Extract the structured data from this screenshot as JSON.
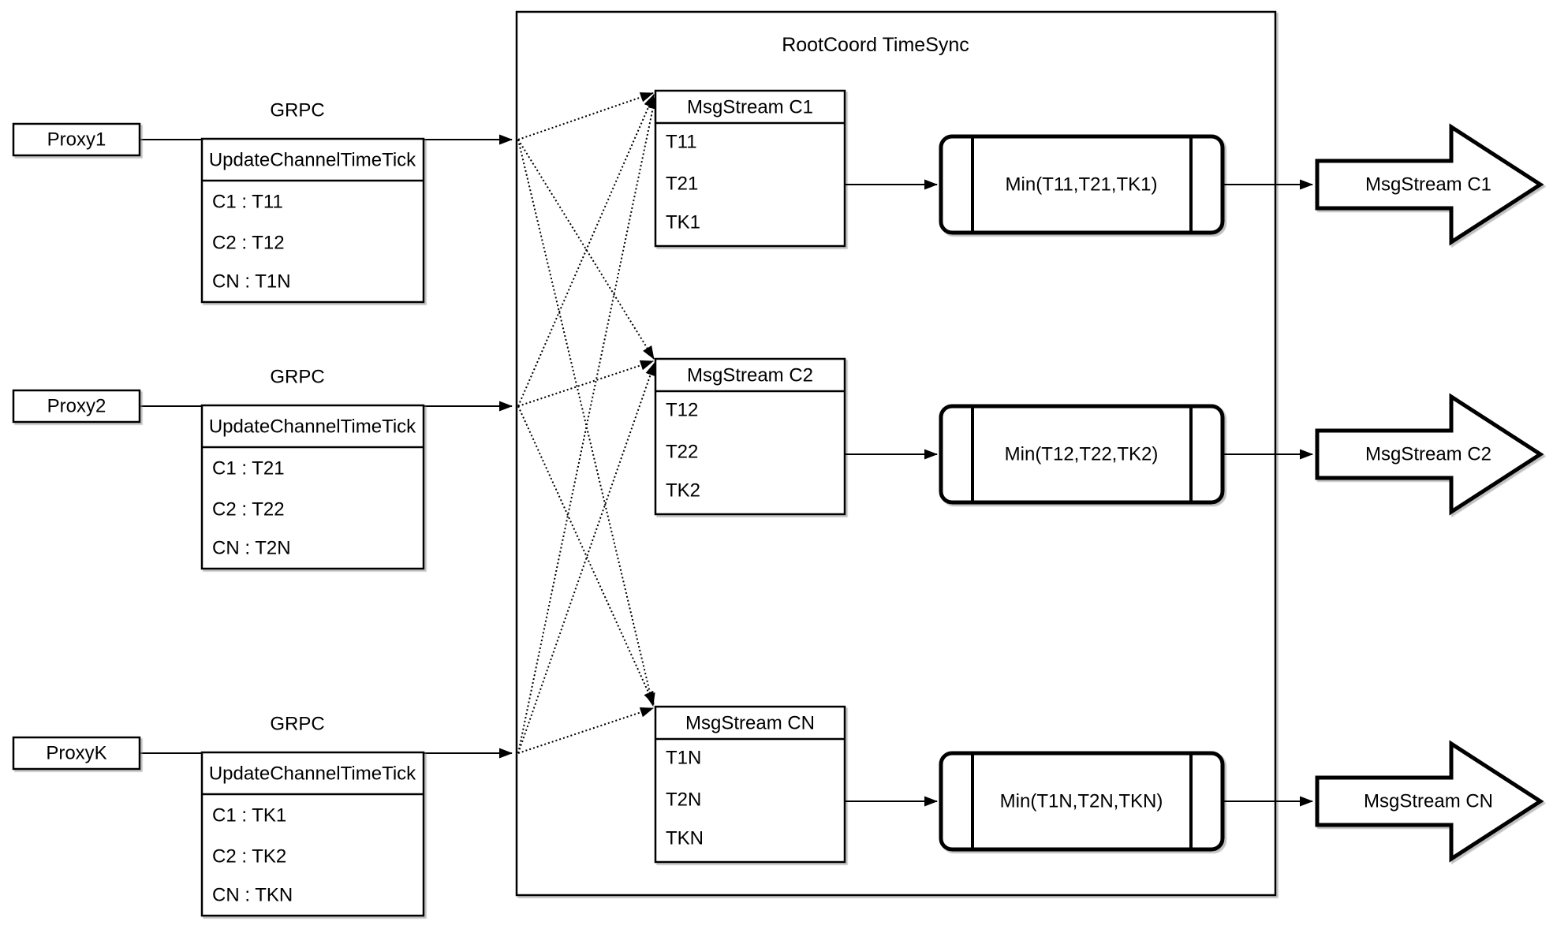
{
  "title": "RootCoord TimeSync",
  "grpc_label": "GRPC",
  "update_header": "UpdateChannelTimeTick",
  "proxies": [
    {
      "label": "Proxy1",
      "rows": [
        "C1 : T11",
        "C2 : T12",
        "CN : T1N"
      ]
    },
    {
      "label": "Proxy2",
      "rows": [
        "C1 : T21",
        "C2 : T22",
        "CN : T2N"
      ]
    },
    {
      "label": "ProxyK",
      "rows": [
        "C1 : TK1",
        "C2 : TK2",
        "CN : TKN"
      ]
    }
  ],
  "streams": [
    {
      "header": "MsgStream C1",
      "ticks": [
        "T11",
        "T21",
        "TK1"
      ],
      "min_label": "Min(T11,T21,TK1)",
      "output": "MsgStream C1"
    },
    {
      "header": "MsgStream C2",
      "ticks": [
        "T12",
        "T22",
        "TK2"
      ],
      "min_label": "Min(T12,T22,TK2)",
      "output": "MsgStream C2"
    },
    {
      "header": "MsgStream CN",
      "ticks": [
        "T1N",
        "T2N",
        "TKN"
      ],
      "min_label": "Min(T1N,T2N,TKN)",
      "output": "MsgStream CN"
    }
  ],
  "colors": {
    "stroke": "#000000",
    "fill": "#ffffff",
    "background": "#ffffff"
  }
}
